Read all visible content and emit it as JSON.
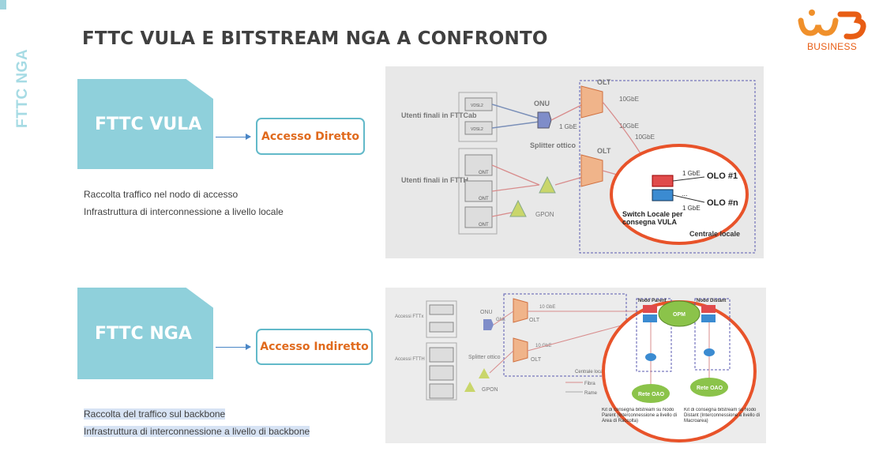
{
  "sidebar": {
    "label": "FTTC NGA"
  },
  "title": "FTTC VULA E BITSTREAM NGA A CONFRONTO",
  "logo": {
    "word": "BUSINESS",
    "color": "#e85d14"
  },
  "sections": [
    {
      "tag": "FTTC VULA",
      "access": "Accesso Diretto",
      "lines": [
        "Raccolta traffico nel nodo di accesso",
        "Infrastruttura di interconnessione a livello locale"
      ]
    },
    {
      "tag": "FTTC NGA",
      "access": "Accesso Indiretto",
      "lines": [
        "Raccolta del traffico sul backbone",
        "Infrastruttura di interconnessione a livello di backbone"
      ]
    }
  ],
  "diagram1": {
    "users_fttcab": "Utenti finali in FTTCab",
    "users_ftth": "Utenti finali in FTTH",
    "vdsl": "VDSL2",
    "ont": "ONT",
    "onu": "ONU",
    "splitter": "Splitter ottico",
    "gpon": "GPON",
    "olt": "OLT",
    "link_10gbe": "10GbE",
    "link_1gbe": "1 GbE",
    "olo1": "OLO #1",
    "olon": "OLO #n",
    "dots": "...",
    "switch": "Switch Locale per consegna VULA",
    "central": "Centrale locale"
  },
  "diagram2": {
    "accessi_fttx": "Accessi FTTx",
    "accessi_ftth": "Accessi FTTH",
    "onu": "ONU",
    "olt": "OLT",
    "splitter": "Splitter ottico",
    "gpon": "GPON",
    "link_10gbe": "10 GbE",
    "gbe": "GbE",
    "central": "Centrale locale",
    "fibra": "Fibra",
    "rame": "Rame",
    "nodo_parent": "Nodo Parent",
    "nodo_distant": "Nodo Distant",
    "opm": "OPM",
    "rete_oao": "Rete OAO",
    "kit_parent": "Kit di consegna bitstream su Nodo Parent (Interconnessione a livello di Area di Raccolta)",
    "kit_distant": "Kit di consegna bitstream su Nodo Distant (Interconnessione a livello di Macroarea)"
  }
}
